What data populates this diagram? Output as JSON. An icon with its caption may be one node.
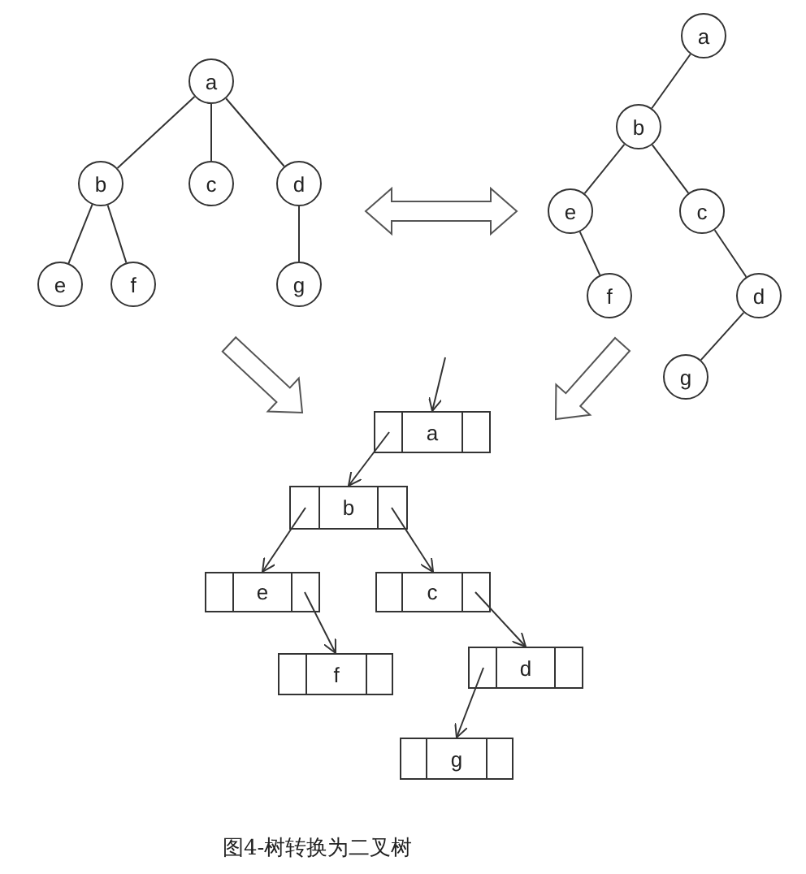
{
  "diagram": {
    "caption": "图4-树转换为二叉树",
    "nodes": [
      {
        "text": [],
        "shape": "picture"
      },
      {
        "text": [
          "a"
        ],
        "in": 0
      },
      {
        "text": [
          "b"
        ],
        "in": 0
      },
      {
        "text": [
          "c"
        ],
        "in": 0
      },
      {
        "text": [
          "d"
        ],
        "in": 0
      },
      {
        "text": [
          "e"
        ],
        "in": 0
      },
      {
        "text": [
          "f"
        ],
        "in": 0
      },
      {
        "text": [
          "g"
        ],
        "in": 0
      },
      {
        "text": [],
        "shape": "picture"
      },
      {
        "text": [
          "a"
        ],
        "in": 8
      },
      {
        "text": [
          "b"
        ],
        "in": 8
      },
      {
        "text": [
          "e"
        ],
        "in": 8
      },
      {
        "text": [
          "c"
        ],
        "in": 8
      },
      {
        "text": [
          "f"
        ],
        "in": 8
      },
      {
        "text": [
          "d"
        ],
        "in": 8
      },
      {
        "text": [
          "g"
        ],
        "in": 8
      },
      {
        "text": [],
        "shape": "picture"
      },
      {
        "text": [
          "a"
        ],
        "in": 16
      },
      {
        "text": [
          "b"
        ],
        "in": 16
      },
      {
        "text": [
          "e"
        ],
        "in": 16
      },
      {
        "text": [
          "c"
        ],
        "in": 16
      },
      {
        "text": [
          "f"
        ],
        "in": 16
      },
      {
        "text": [
          "d"
        ],
        "in": 16
      },
      {
        "text": [
          "g"
        ],
        "in": 16
      }
    ],
    "edges": [
      {
        "from": 1,
        "to": 2,
        "arrow": "none"
      },
      {
        "from": 1,
        "to": 3,
        "arrow": "none"
      },
      {
        "from": 1,
        "to": 4,
        "arrow": "none"
      },
      {
        "from": 2,
        "to": 5,
        "arrow": "none"
      },
      {
        "from": 2,
        "to": 6,
        "arrow": "none"
      },
      {
        "from": 4,
        "to": 7,
        "arrow": "none"
      },
      {
        "from": 9,
        "to": 10,
        "arrow": "none"
      },
      {
        "from": 10,
        "to": 11,
        "arrow": "none"
      },
      {
        "from": 10,
        "to": 12,
        "arrow": "none"
      },
      {
        "from": 11,
        "to": 13,
        "arrow": "none"
      },
      {
        "from": 12,
        "to": 14,
        "arrow": "none"
      },
      {
        "from": 14,
        "to": 15,
        "arrow": "none"
      },
      {
        "from": null,
        "to": 17,
        "arrow": "to"
      },
      {
        "from": 17,
        "to": 18,
        "arrow": "to"
      },
      {
        "from": 18,
        "to": 19,
        "arrow": "to"
      },
      {
        "from": 18,
        "to": 20,
        "arrow": "to"
      },
      {
        "from": 19,
        "to": 21,
        "arrow": "to"
      },
      {
        "from": 20,
        "to": 22,
        "arrow": "to"
      },
      {
        "from": 22,
        "to": 23,
        "arrow": "to"
      },
      {
        "from": 0,
        "to": 8,
        "arrow": "both"
      },
      {
        "from": 0,
        "to": 16,
        "arrow": "to"
      },
      {
        "from": 8,
        "to": 16,
        "arrow": "to"
      }
    ]
  }
}
